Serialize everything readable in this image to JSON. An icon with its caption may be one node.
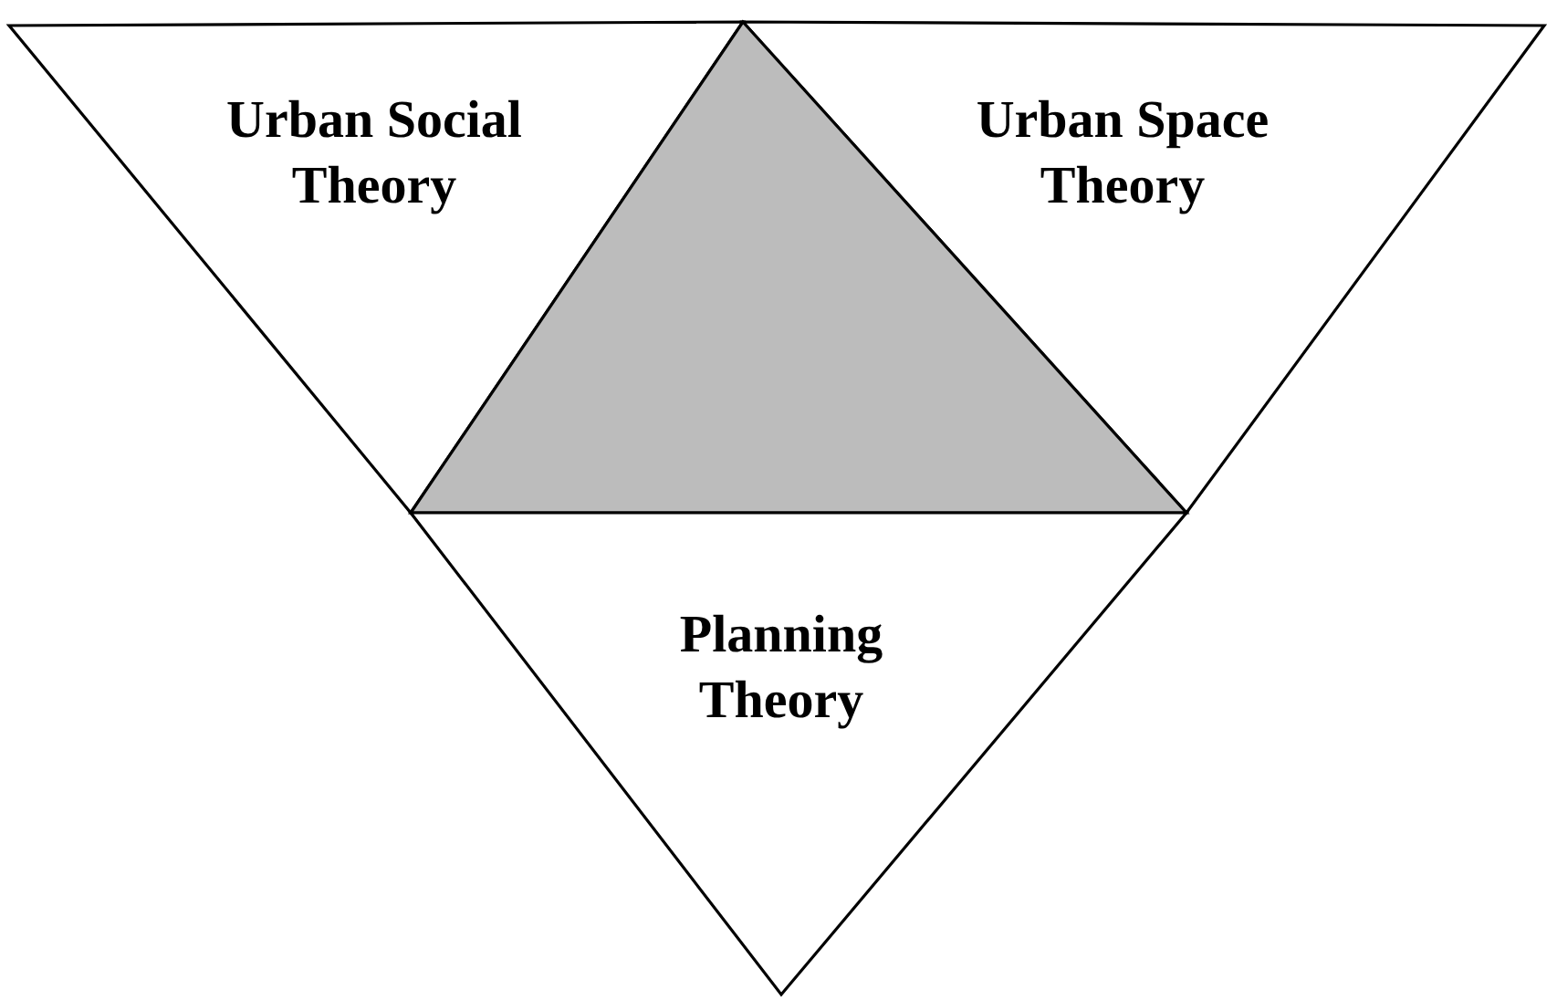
{
  "diagram": {
    "nodes": [
      {
        "text": [
          "Urban Social Theory"
        ]
      },
      {
        "text": [
          "Urban Space Theory"
        ]
      },
      {
        "text": [],
        "shape": "triangle"
      },
      {
        "text": [
          "Planning Theory"
        ]
      }
    ]
  }
}
